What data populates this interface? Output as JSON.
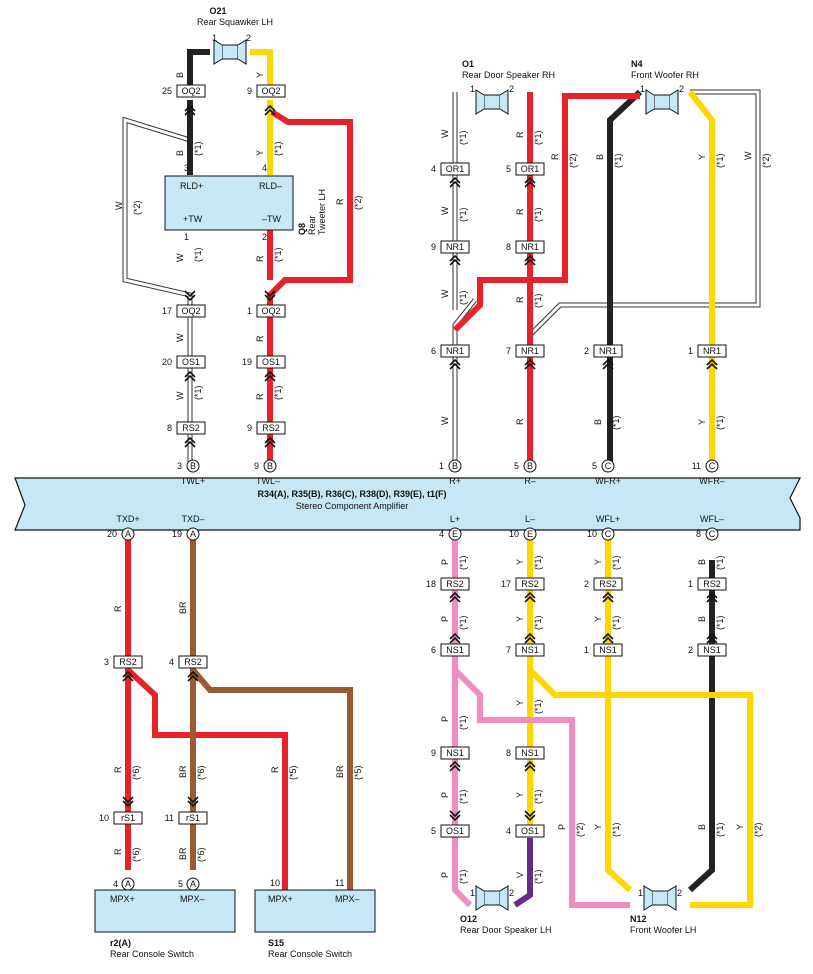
{
  "components": {
    "o21": {
      "code": "O21",
      "name": "Rear Squawker LH",
      "pin_left": "1",
      "pin_right": "2"
    },
    "o1": {
      "code": "O1",
      "name": "Rear Door Speaker RH",
      "pin_left": "1",
      "pin_right": "2"
    },
    "n4": {
      "code": "N4",
      "name": "Front Woofer RH",
      "pin_left": "1",
      "pin_right": "2"
    },
    "q8": {
      "code": "Q8",
      "name_line1": "Rear",
      "name_line2": "Tweeter LH",
      "t1": "RLD+",
      "t2": "RLD–",
      "t3": "+TW",
      "t4": "–TW",
      "p3": "3",
      "p4": "4",
      "p1": "1",
      "p2": "2"
    },
    "amp": {
      "title": "R34(A), R35(B), R36(C), R38(D), R39(E), t1(F)",
      "name": "Stereo Component Amplifier",
      "top_terms": [
        "TWL+",
        "TWL–",
        "R+",
        "R–",
        "WFR+",
        "WFR–"
      ],
      "bottom_terms": [
        "TXD+",
        "TXD–",
        "L+",
        "L–",
        "WFL+",
        "WFL–"
      ]
    },
    "r2": {
      "code": "r2(A)",
      "name": "Rear Console Switch",
      "t1": "MPX+",
      "t2": "MPX–",
      "p1": "4",
      "p2": "5",
      "c1": "A",
      "c2": "A"
    },
    "s15": {
      "code": "S15",
      "name": "Rear Console Switch",
      "t1": "MPX+",
      "t2": "MPX–",
      "p1": "10",
      "p2": "11"
    },
    "o12": {
      "code": "O12",
      "name": "Rear Door Speaker LH",
      "pin_left": "1",
      "pin_right": "2"
    },
    "n12": {
      "code": "N12",
      "name": "Front Woofer LH",
      "pin_left": "1",
      "pin_right": "2"
    }
  },
  "connectors": {
    "oq2_a": {
      "pin": "25",
      "name": "OQ2"
    },
    "oq2_b": {
      "pin": "9",
      "name": "OQ2"
    },
    "oq2_c": {
      "pin": "17",
      "name": "OQ2"
    },
    "oq2_d": {
      "pin": "1",
      "name": "OQ2"
    },
    "os1_a": {
      "pin": "20",
      "name": "OS1"
    },
    "os1_b": {
      "pin": "19",
      "name": "OS1"
    },
    "rs2_a": {
      "pin": "8",
      "name": "RS2"
    },
    "rs2_b": {
      "pin": "9",
      "name": "RS2"
    },
    "or1_a": {
      "pin": "4",
      "name": "OR1"
    },
    "or1_b": {
      "pin": "5",
      "name": "OR1"
    },
    "nr1_a": {
      "pin": "9",
      "name": "NR1"
    },
    "nr1_b": {
      "pin": "8",
      "name": "NR1"
    },
    "nr1_c": {
      "pin": "6",
      "name": "NR1"
    },
    "nr1_d": {
      "pin": "7",
      "name": "NR1"
    },
    "nr1_e": {
      "pin": "2",
      "name": "NR1"
    },
    "nr1_f": {
      "pin": "1",
      "name": "NR1"
    },
    "rs2_c": {
      "pin": "18",
      "name": "RS2"
    },
    "rs2_d": {
      "pin": "17",
      "name": "RS2"
    },
    "rs2_e": {
      "pin": "2",
      "name": "RS2"
    },
    "rs2_f": {
      "pin": "1",
      "name": "RS2"
    },
    "ns1_a": {
      "pin": "6",
      "name": "NS1"
    },
    "ns1_b": {
      "pin": "7",
      "name": "NS1"
    },
    "ns1_c": {
      "pin": "1",
      "name": "NS1"
    },
    "ns1_d": {
      "pin": "2",
      "name": "NS1"
    },
    "ns1_e": {
      "pin": "9",
      "name": "NS1"
    },
    "ns1_f": {
      "pin": "8",
      "name": "NS1"
    },
    "os1_c": {
      "pin": "5",
      "name": "OS1"
    },
    "os1_d": {
      "pin": "4",
      "name": "OS1"
    },
    "rs2_g": {
      "pin": "3",
      "name": "RS2"
    },
    "rs2_h": {
      "pin": "4",
      "name": "RS2"
    },
    "rs1_a": {
      "pin": "10",
      "name": "rS1"
    },
    "rs1_b": {
      "pin": "11",
      "name": "rS1"
    }
  },
  "amp_pins": {
    "top": [
      {
        "pin": "3",
        "c": "B"
      },
      {
        "pin": "9",
        "c": "B"
      },
      {
        "pin": "1",
        "c": "B"
      },
      {
        "pin": "5",
        "c": "B"
      },
      {
        "pin": "5",
        "c": "C"
      },
      {
        "pin": "11",
        "c": "C"
      }
    ],
    "bottom": [
      {
        "pin": "20",
        "c": "A"
      },
      {
        "pin": "19",
        "c": "A"
      },
      {
        "pin": "4",
        "c": "E"
      },
      {
        "pin": "10",
        "c": "E"
      },
      {
        "pin": "10",
        "c": "C"
      },
      {
        "pin": "8",
        "c": "C"
      }
    ]
  },
  "wire_labels": {
    "B": "B",
    "Y": "Y",
    "R": "R",
    "W": "W",
    "P": "P",
    "BR": "BR",
    "V": "V",
    "n1": "(*1)",
    "n2": "(*2)",
    "n5": "(*5)",
    "n6": "(*6)"
  },
  "colors": {
    "black": "#222222",
    "yellow": "#ffd700",
    "red": "#e8222a",
    "white_wire": "#ffffff",
    "pink": "#f08cbf",
    "brown": "#9a5a34",
    "violet": "#6a2a8a",
    "component_fill": "#c6e8f6"
  }
}
